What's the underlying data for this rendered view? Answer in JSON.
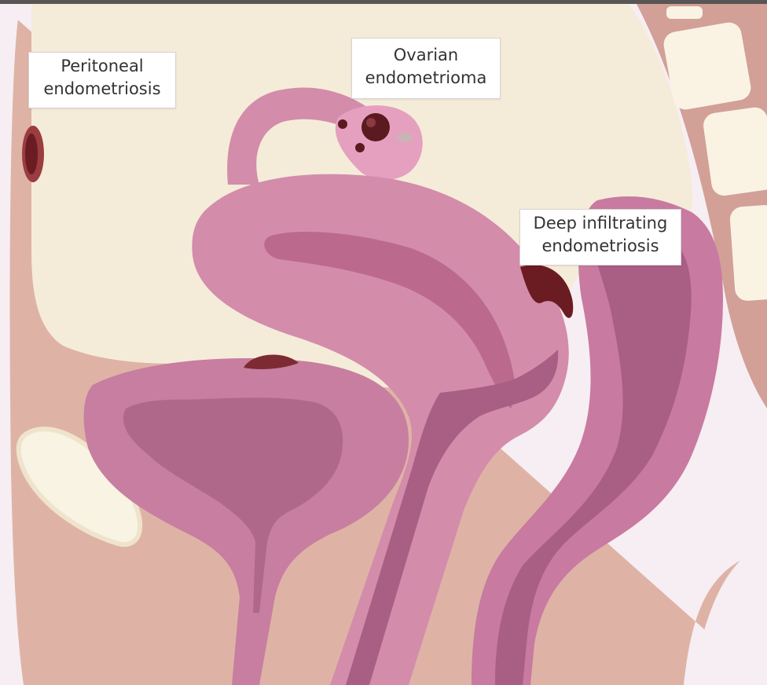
{
  "labels": {
    "peritoneal": {
      "line1": "Peritoneal",
      "line2": "endometriosis"
    },
    "ovarian": {
      "line1": "Ovarian",
      "line2": "endometrioma"
    },
    "deep": {
      "line1": "Deep infiltrating",
      "line2": "endometriosis"
    }
  },
  "colors": {
    "background": "#f6eef2",
    "body_tissue": "#deb3a6",
    "peritoneal_cavity": "#f4ecd9",
    "spine_dark": "#d2a097",
    "vertebra": "#faf3e4",
    "bladder": "#c87ea0",
    "bladder_lumen": "#b0688a",
    "uterus": "#d48cab",
    "endometrium": "#bb6a8e",
    "rectum": "#c87aa0",
    "rectum_lumen": "#a95e84",
    "lesion": "#6a1c22",
    "pubic_bone": "#f8f3e2"
  }
}
